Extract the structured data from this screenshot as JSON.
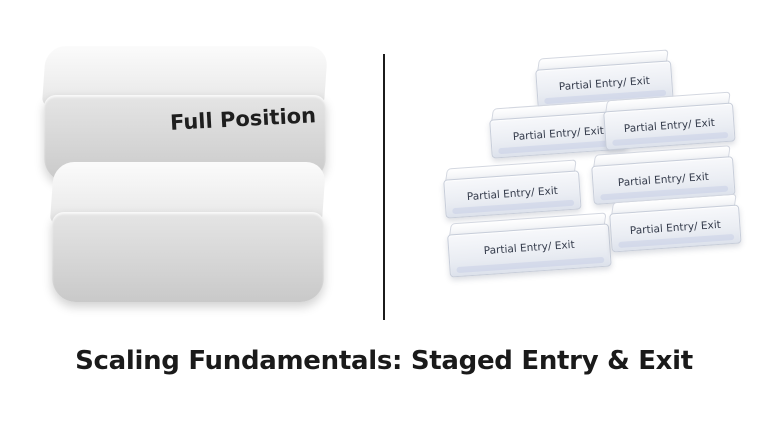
{
  "left": {
    "full_position_label": "Full Position"
  },
  "right": {
    "bricks": [
      {
        "label": "Partial Entry/ Exit"
      },
      {
        "label": "Partial Entry/ Exit"
      },
      {
        "label": "Partial Entry/ Exit"
      },
      {
        "label": "Partial Entry/ Exit"
      },
      {
        "label": "Partial Entry/ Exit"
      },
      {
        "label": "Partial Entry/ Exit"
      },
      {
        "label": "Partial Entry/ Exit"
      }
    ]
  },
  "caption": "Scaling Fundamentals: Staged Entry & Exit"
}
